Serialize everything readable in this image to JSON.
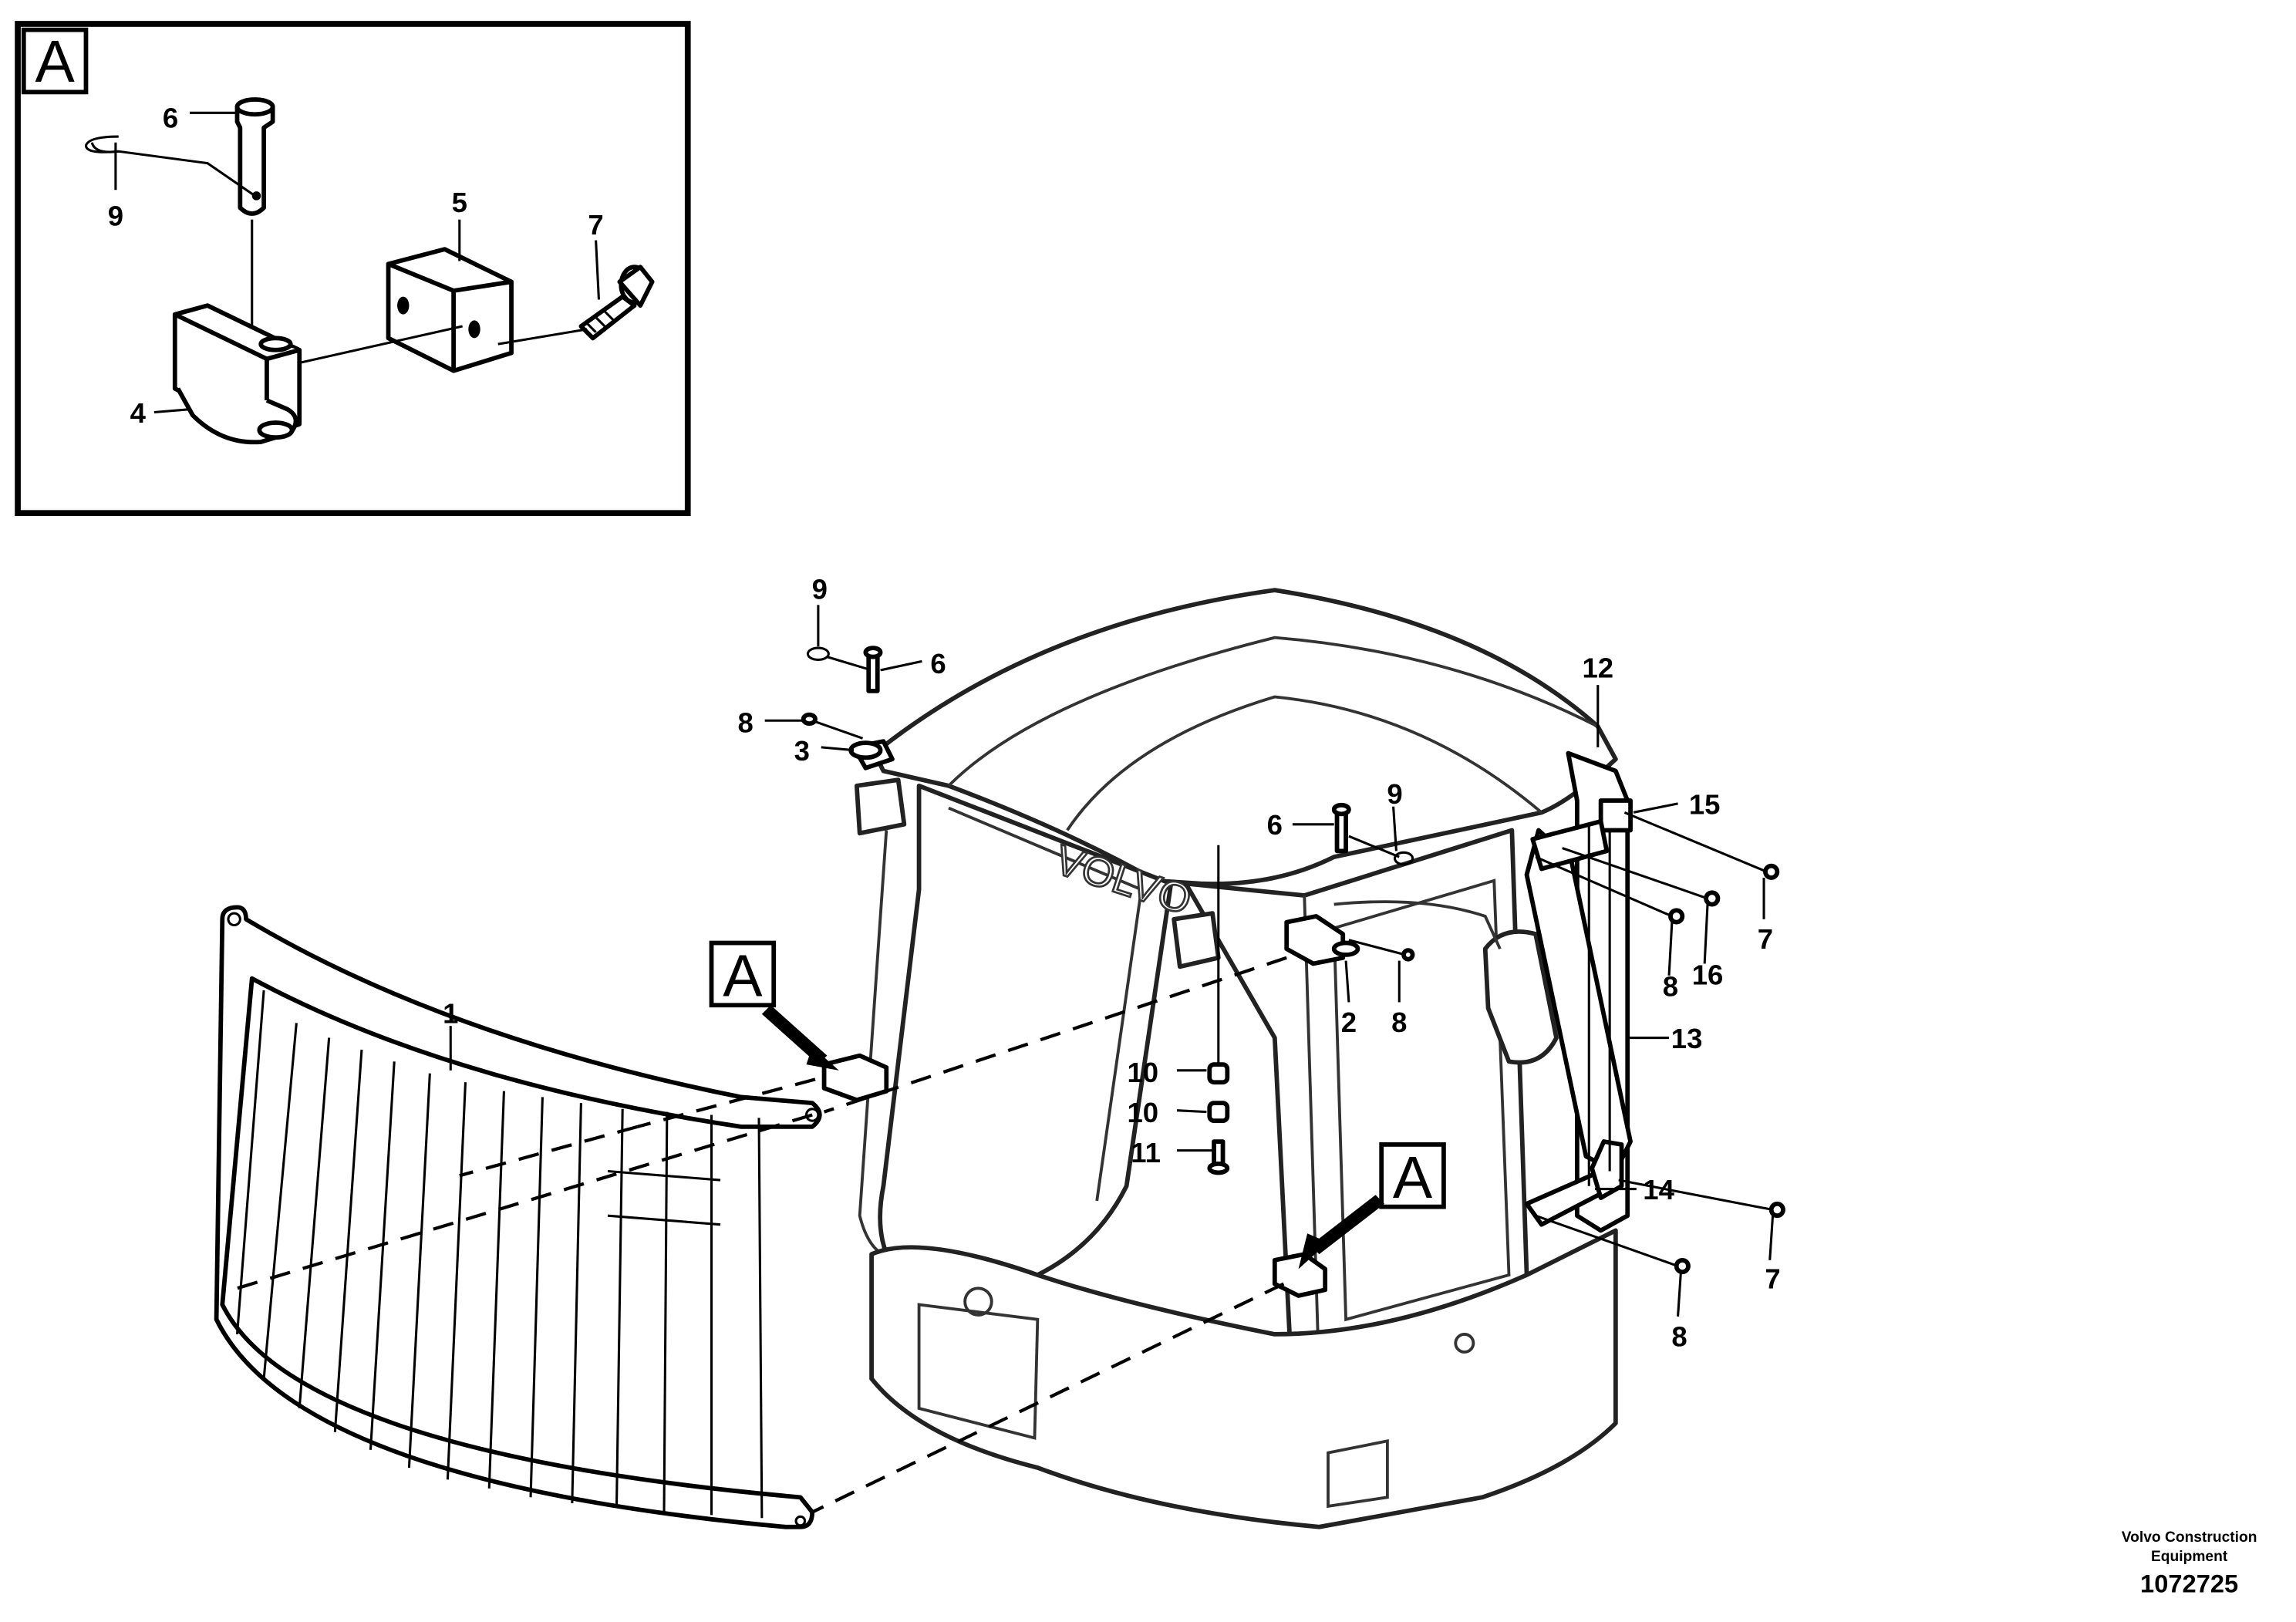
{
  "detail_view": {
    "label": "A",
    "callouts": [
      "6",
      "9",
      "5",
      "7",
      "4"
    ]
  },
  "main_view": {
    "callouts": [
      "9",
      "6",
      "8",
      "3",
      "12",
      "15",
      "6",
      "9",
      "7",
      "8",
      "16",
      "2",
      "8",
      "13",
      "10",
      "10",
      "11",
      "1",
      "14",
      "7",
      "8"
    ],
    "detail_refs": [
      "A",
      "A"
    ],
    "brand_text": "VOLVO"
  },
  "credit": {
    "line1": "Volvo Construction",
    "line2": "Equipment",
    "part_number": "1072725"
  }
}
